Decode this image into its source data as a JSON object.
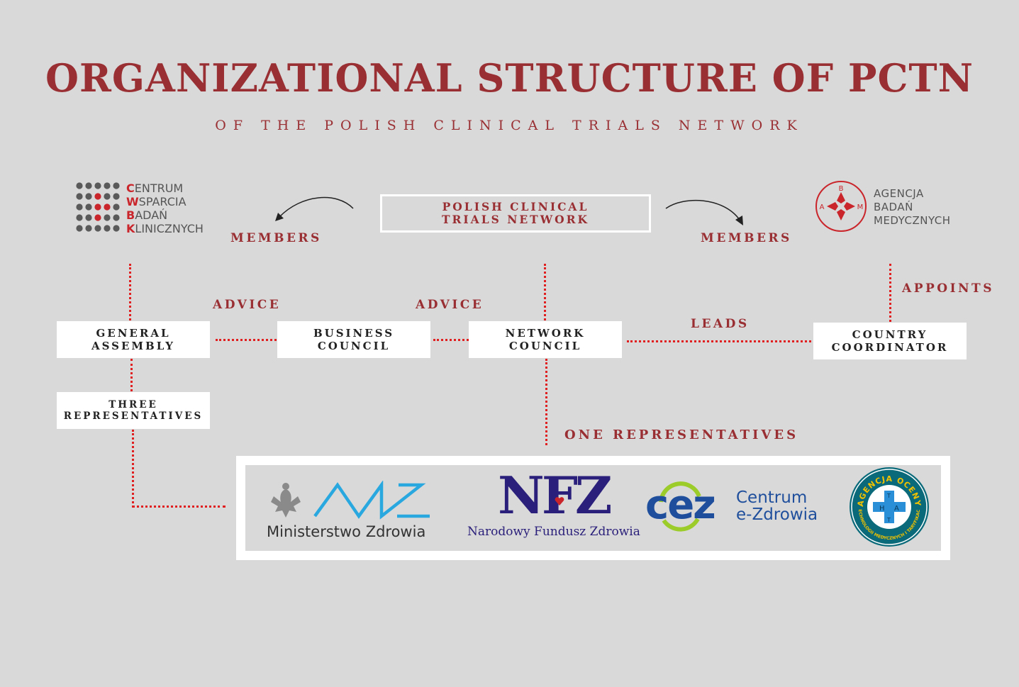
{
  "header": {
    "title": "ORGANIZATIONAL STRUCTURE OF PCTN",
    "subtitle": "OF THE POLISH CLINICAL TRIALS NETWORK"
  },
  "nodes": {
    "pctn": {
      "line1": "POLISH CLINICAL",
      "line2": "TRIALS NETWORK"
    },
    "general_assembly": {
      "line1": "GENERAL",
      "line2": "ASSEMBLY"
    },
    "business_council": {
      "line1": "BUSINESS",
      "line2": "COUNCIL"
    },
    "network_council": {
      "line1": "NETWORK",
      "line2": "COUNCIL"
    },
    "country_coordinator": {
      "line1": "COUNTRY",
      "line2": "COORDINATOR"
    },
    "three_representatives": {
      "line1": "THREE",
      "line2": "REPRESENTATIVES"
    }
  },
  "edges": {
    "members_left": "MEMBERS",
    "members_right": "MEMBERS",
    "advice_left": "ADVICE",
    "advice_right": "ADVICE",
    "leads": "LEADS",
    "appoints": "APPOINTS",
    "one_representatives": "ONE REPRESENTATIVES"
  },
  "logos": {
    "cwbk": {
      "l1": "ENTRUM",
      "l2": "SPARCIA",
      "l3": "ADAŃ",
      "l4": "LINICZNYCH",
      "c1": "C",
      "c2": "W",
      "c3": "B",
      "c4": "K"
    },
    "abm": {
      "l1": "AGENCJA",
      "l2": "BADAŃ",
      "l3": "MEDYCZNYCH",
      "b": "B",
      "a": "A",
      "m": "M"
    },
    "mz": {
      "caption": "Ministerstwo Zdrowia"
    },
    "nfz": {
      "mark": "NFZ",
      "caption": "Narodowy Fundusz Zdrowia"
    },
    "cez": {
      "mark": "cez",
      "l1": "Centrum",
      "l2": "e-Zdrowia"
    },
    "aotmit": {
      "top": "AGENCJA OCENY",
      "bottom": "TECHNOLOGII MEDYCZNYCH I TARYFIKACJI",
      "h": "H",
      "t": "T",
      "a": "A",
      "t2": "T"
    }
  },
  "colors": {
    "background": "#d9d9d9",
    "accent": "#9a2f33",
    "connector": "#e02020",
    "nfz_blue": "#2a1f7a",
    "mz_blue": "#29a8e0",
    "cez_blue": "#1f4f9c",
    "cez_green": "#9ccc2a",
    "aotmit_teal": "#0a6a7a"
  }
}
